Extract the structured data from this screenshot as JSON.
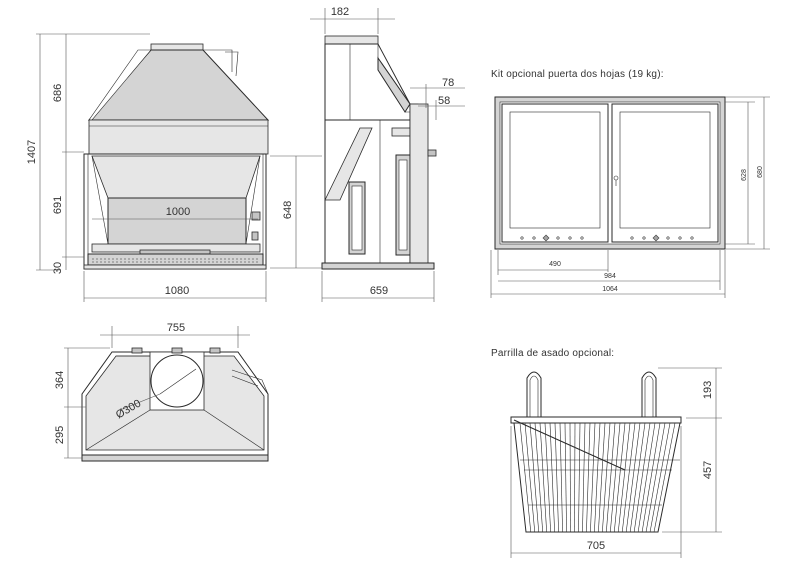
{
  "front_view": {
    "dim_total_height": "1407",
    "dim_hood_height": "686",
    "dim_opening_height": "691",
    "dim_base_height": "30",
    "dim_inner_width": "1000",
    "dim_outer_width": "1080"
  },
  "side_view": {
    "dim_flue": "182",
    "dim_depth": "659",
    "dim_side_height": "648",
    "dim_offset_78": "78",
    "dim_offset_58": "58"
  },
  "top_view": {
    "dim_width": "755",
    "dim_diameter": "Ø300",
    "dim_depth_364": "364",
    "dim_depth_295": "295"
  },
  "door_kit": {
    "title": "Kit opcional puerta dos hojas (19 kg):",
    "dim_490": "490",
    "dim_984": "984",
    "dim_1064": "1064",
    "dim_628": "628",
    "dim_680": "680"
  },
  "grill": {
    "title": "Parrilla de asado opcional:",
    "dim_193": "193",
    "dim_457": "457",
    "dim_705": "705"
  }
}
